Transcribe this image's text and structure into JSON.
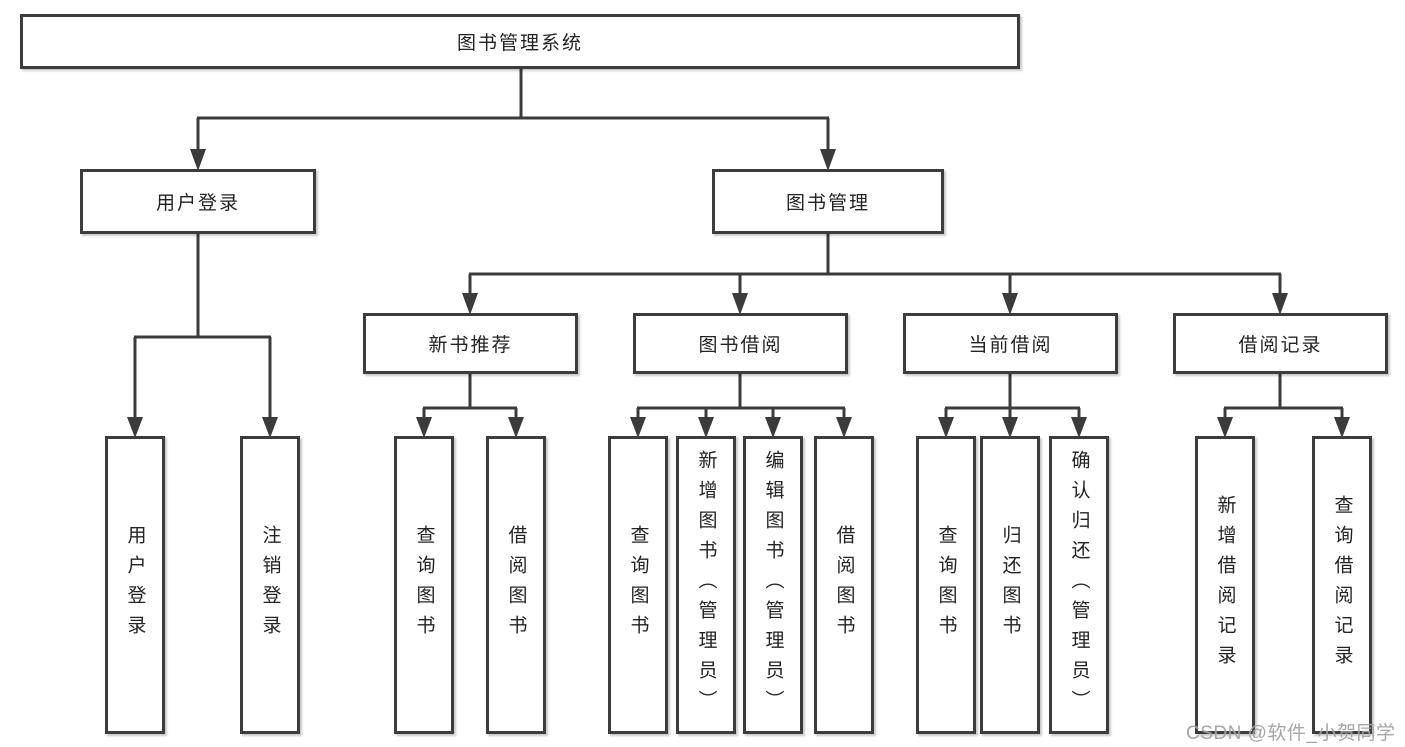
{
  "diagram": {
    "title": "图书管理系统",
    "root": {
      "label": "图书管理系统"
    },
    "level2": {
      "user_login": {
        "label": "用户登录"
      },
      "book_management": {
        "label": "图书管理"
      }
    },
    "level3": {
      "new_books": {
        "label": "新书推荐"
      },
      "book_borrow": {
        "label": "图书借阅"
      },
      "current_borrow": {
        "label": "当前借阅"
      },
      "borrow_records": {
        "label": "借阅记录"
      }
    },
    "leaves": {
      "user_login": [
        "用户登录",
        "注销登录"
      ],
      "new_books": [
        "查询图书",
        "借阅图书"
      ],
      "book_borrow": [
        "查询图书",
        "新增图书（管理员）",
        "编辑图书（管理员）",
        "借阅图书"
      ],
      "current_borrow": [
        "查询图书",
        "归还图书",
        "确认归还（管理员）"
      ],
      "borrow_records": [
        "新增借阅记录",
        "查询借阅记录"
      ]
    }
  },
  "watermark": {
    "text": "CSDN @软件_小贺同学"
  },
  "colors": {
    "line": "#3b3b3b",
    "box_border": "#3c3c3c",
    "text": "#232323",
    "background": "#ffffff",
    "watermark": "#969696"
  }
}
